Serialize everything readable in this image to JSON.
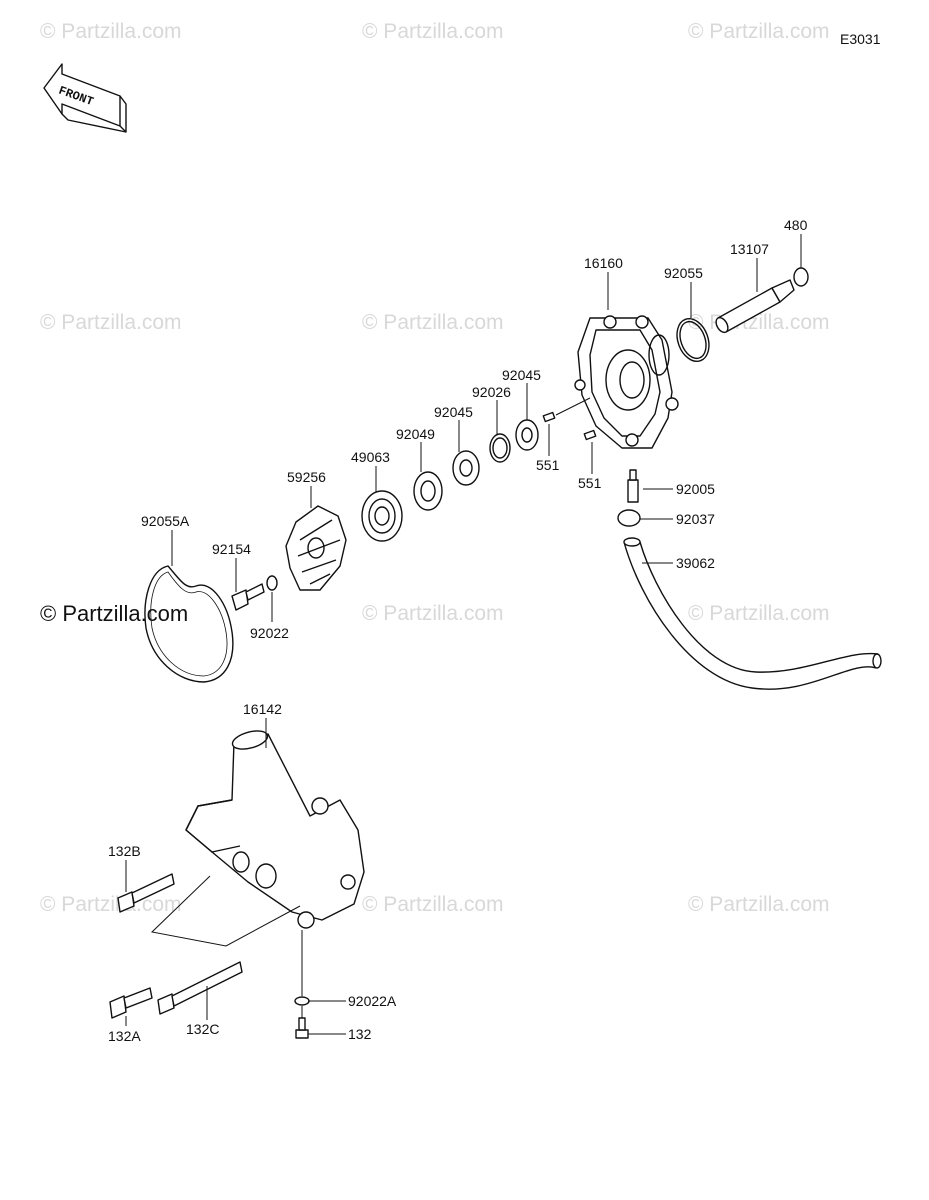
{
  "diagram": {
    "code": "E3031",
    "front_arrow_text": "FRONT",
    "watermarks": {
      "small": "© Partzilla.com",
      "prominent": "© Partzilla.com"
    },
    "labels": {
      "p480": "480",
      "p13107": "13107",
      "p92055": "92055",
      "p16160": "16160",
      "p92045_a": "92045",
      "p92026": "92026",
      "p92045_b": "92045",
      "p92049": "92049",
      "p49063": "49063",
      "p59256": "59256",
      "p551_a": "551",
      "p551_b": "551",
      "p92005": "92005",
      "p92037": "92037",
      "p39062": "39062",
      "p92055A": "92055A",
      "p92154": "92154",
      "p92022": "92022",
      "p16142": "16142",
      "p132B": "132B",
      "p132A": "132A",
      "p132C": "132C",
      "p92022A": "92022A",
      "p132": "132"
    }
  }
}
